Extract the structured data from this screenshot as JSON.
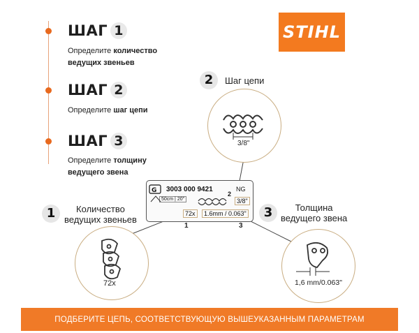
{
  "brand": {
    "logo_text": "STIHL",
    "accent": "#f37a1f"
  },
  "steps": [
    {
      "title": "ШАГ",
      "num": "1",
      "text_plain": "Определите ",
      "text_bold": "количество",
      "text_bold2": "ведущих звеньев"
    },
    {
      "title": "ШАГ",
      "num": "2",
      "text_plain": "Определите ",
      "text_bold": "шаг цепи"
    },
    {
      "title": "ШАГ",
      "num": "3",
      "text_plain": "Определите ",
      "text_bold": "толщину",
      "text_bold2": "ведущего звена"
    }
  ],
  "diagram": {
    "pitch": {
      "num": "2",
      "label": "Шаг цепи",
      "value": "3/8\""
    },
    "links": {
      "num": "1",
      "label_line1": "Количество",
      "label_line2": "ведущих звеньев",
      "value": "72x"
    },
    "gauge": {
      "num": "3",
      "label_line1": "Толщина",
      "label_line2": "ведущего звена",
      "value": "1,6 mm/0.063\""
    },
    "plate": {
      "part_number": "3003 000 9421",
      "type": "NG",
      "pitch": "3/8\"",
      "length": "50cm | 20\"",
      "links": "72x",
      "gauge": "1.6mm / 0.063\"",
      "marker_1": "1",
      "marker_2": "2",
      "marker_3": "3"
    }
  },
  "footer": {
    "text": "ПОДБЕРИТЕ ЦЕПЬ, СООТВЕТСТВУЮЩУЮ ВЫШЕУКАЗАННЫМ ПАРАМЕТРАМ"
  }
}
